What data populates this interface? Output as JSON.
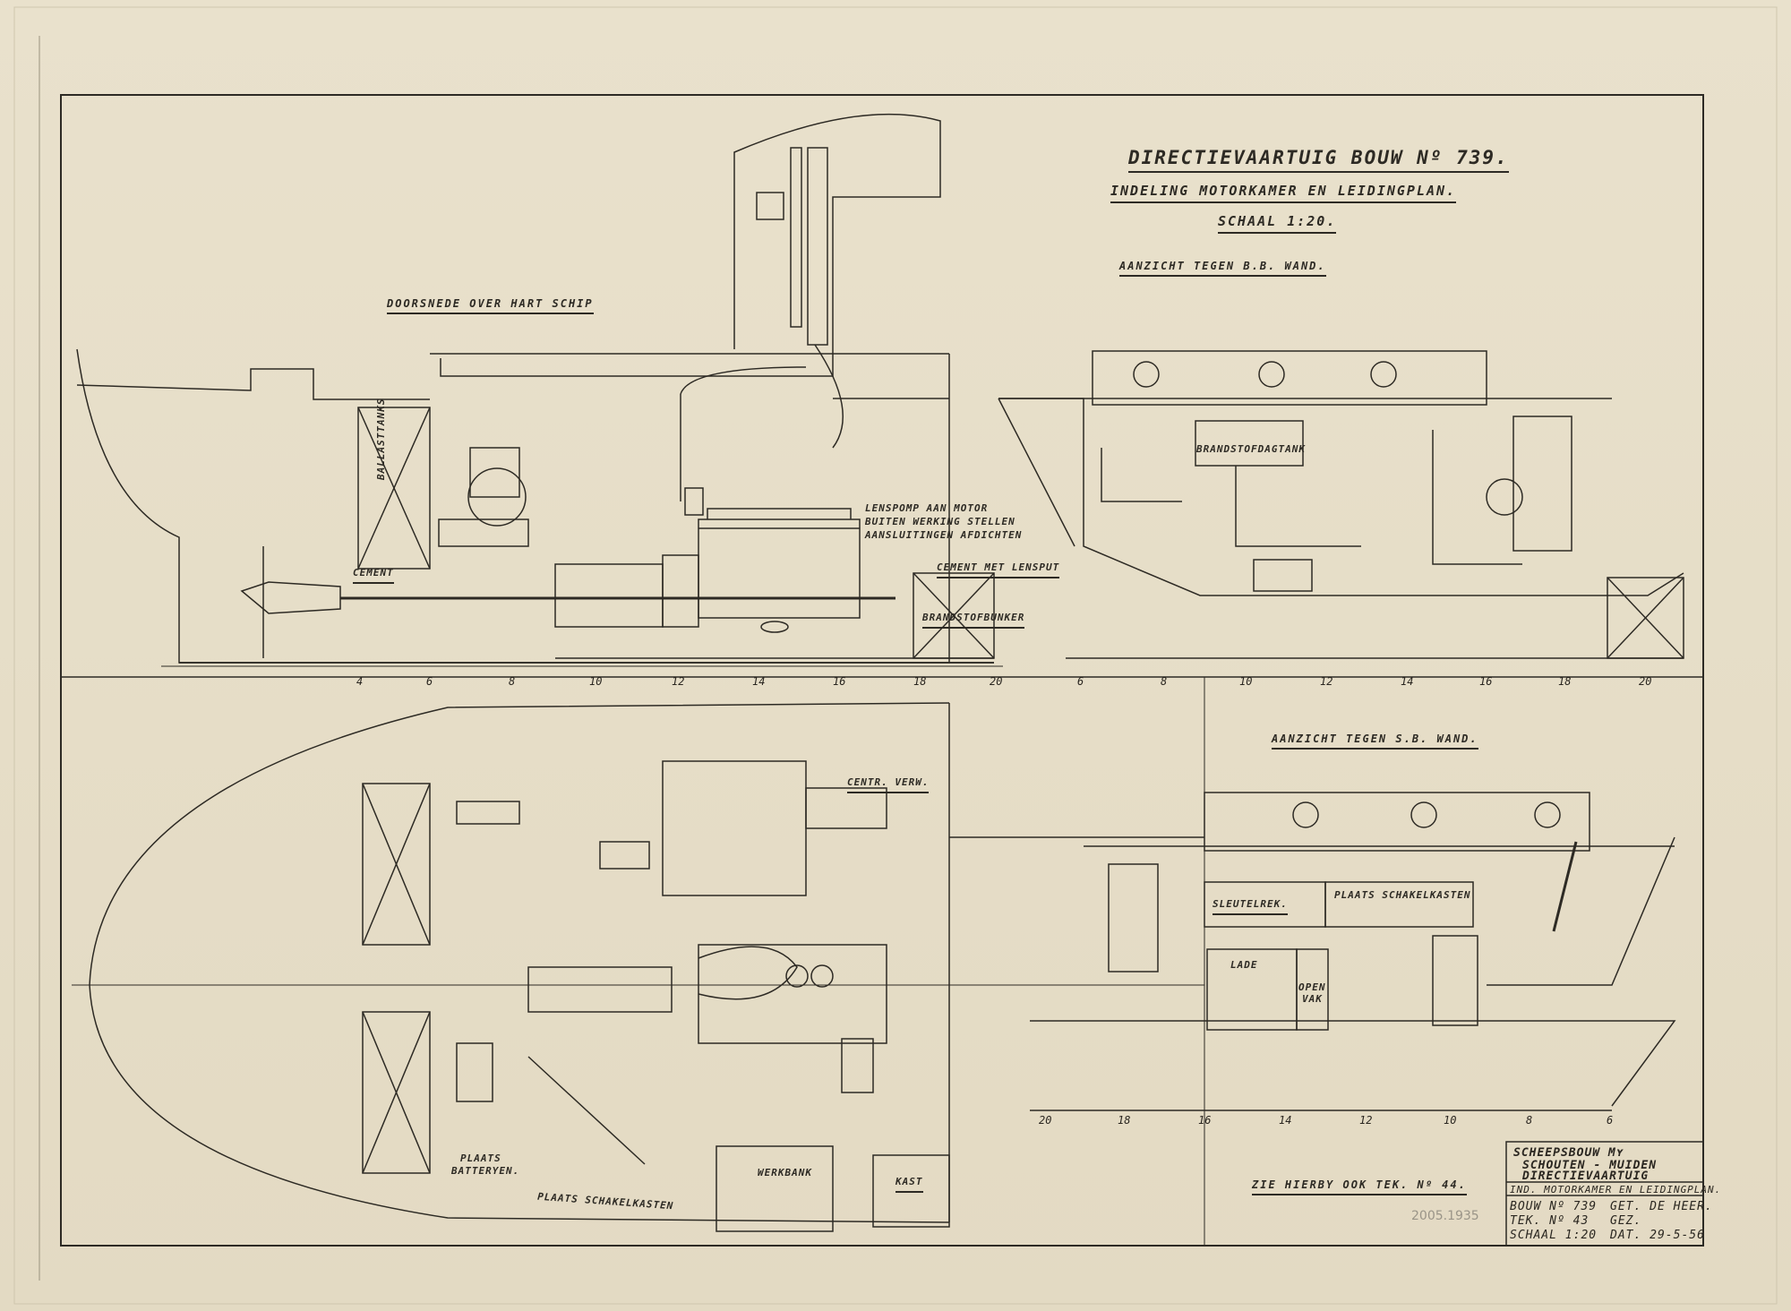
{
  "sheet": {
    "title": "DIRECTIEVAARTUIG BOUW Nº 739.",
    "subtitle": "INDELING MOTORKAMER EN LEIDINGPLAN.",
    "scale": "SCHAAL 1:20."
  },
  "views": {
    "section": "DOORSNEDE OVER HART SCHIP",
    "bb_wall": "AANZICHT TEGEN B.B. WAND.",
    "sb_wall": "AANZICHT TEGEN S.B. WAND."
  },
  "labels": {
    "ballasttanks": "BALLASTTANKS",
    "cement": "CEMENT",
    "cement_lensput": "CEMENT MET LENSPUT",
    "brandstofbunker": "BRANDSTOFBUNKER",
    "lenspomp_1": "LENSPOMP AAN MOTOR",
    "lenspomp_2": "BUITEN WERKING STELLEN",
    "lenspomp_3": "AANSLUITINGEN AFDICHTEN",
    "brandstofdagtank": "BRANDSTOFDAGTANK",
    "centr_verw": "CENTR. VERW.",
    "plaats_batterijen_1": "PLAATS",
    "plaats_batterijen_2": "BATTERYEN.",
    "plaats_schakelkasten": "PLAATS SCHAKELKASTEN",
    "werkbank": "WERKBANK",
    "kast": "KAST",
    "sleutelrek": "SLEUTELREK.",
    "plaats_schakelkasten_sb": "PLAATS SCHAKELKASTEN",
    "lade": "LADE",
    "open_vak_1": "OPEN",
    "open_vak_2": "VAK",
    "zie_hierby": "ZIE HIERBY OOK TEK. Nº 44."
  },
  "title_block": {
    "line1": "SCHEEPSBOUW Mʏ",
    "line2": "SCHOUTEN - MUIDEN",
    "line3": "DIRECTIEVAARTUIG",
    "line4": "IND. MOTORKAMER EN LEIDINGPLAN.",
    "bouw": "BOUW Nº 739",
    "get": "GET. DE HEER.",
    "tek": "TEK. Nº 43",
    "gez": "GEZ.",
    "schaal": "SCHAAL 1:20",
    "dat": "DAT. 29-5-56"
  },
  "stamp": "2005.1935",
  "frame_ticks_top": [
    "4",
    "6",
    "8",
    "10",
    "12",
    "14",
    "16",
    "18",
    "20"
  ],
  "frame_ticks_bb": [
    "6",
    "8",
    "10",
    "12",
    "14",
    "16",
    "18",
    "20"
  ],
  "frame_ticks_sb": [
    "20",
    "18",
    "16",
    "14",
    "12",
    "10",
    "8",
    "6"
  ]
}
